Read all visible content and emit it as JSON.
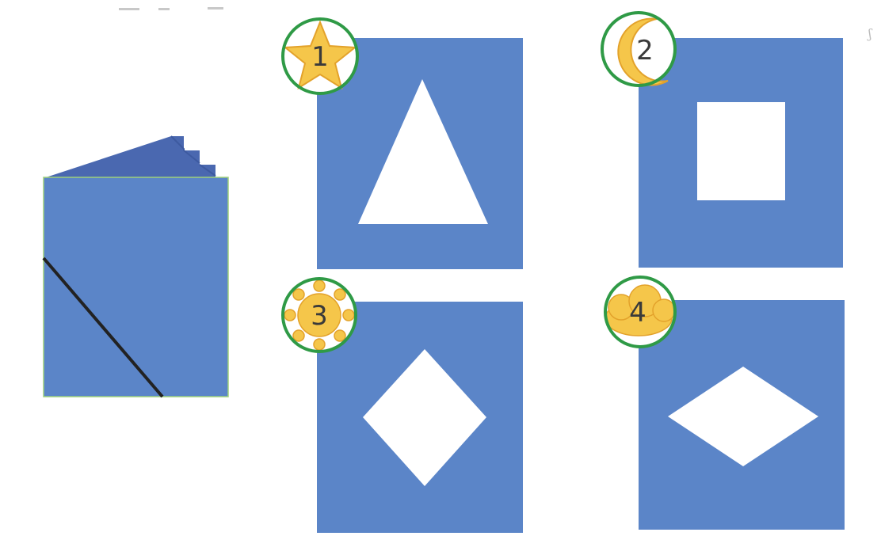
{
  "colors": {
    "paper_blue": "#5b85c8",
    "paper_back": "#4f6fb5",
    "cut_line": "#222222",
    "hole": "#ffffff",
    "badge_fill": "#f5c64a",
    "badge_ring": "#2f9a46"
  },
  "options": [
    {
      "number": "1",
      "badge_icon": "star-icon",
      "hole_shape": "triangle"
    },
    {
      "number": "2",
      "badge_icon": "moon-icon",
      "hole_shape": "rectangle"
    },
    {
      "number": "3",
      "badge_icon": "sun-icon",
      "hole_shape": "square-rotated"
    },
    {
      "number": "4",
      "badge_icon": "cloud-icon",
      "hole_shape": "wide-rhombus"
    }
  ]
}
